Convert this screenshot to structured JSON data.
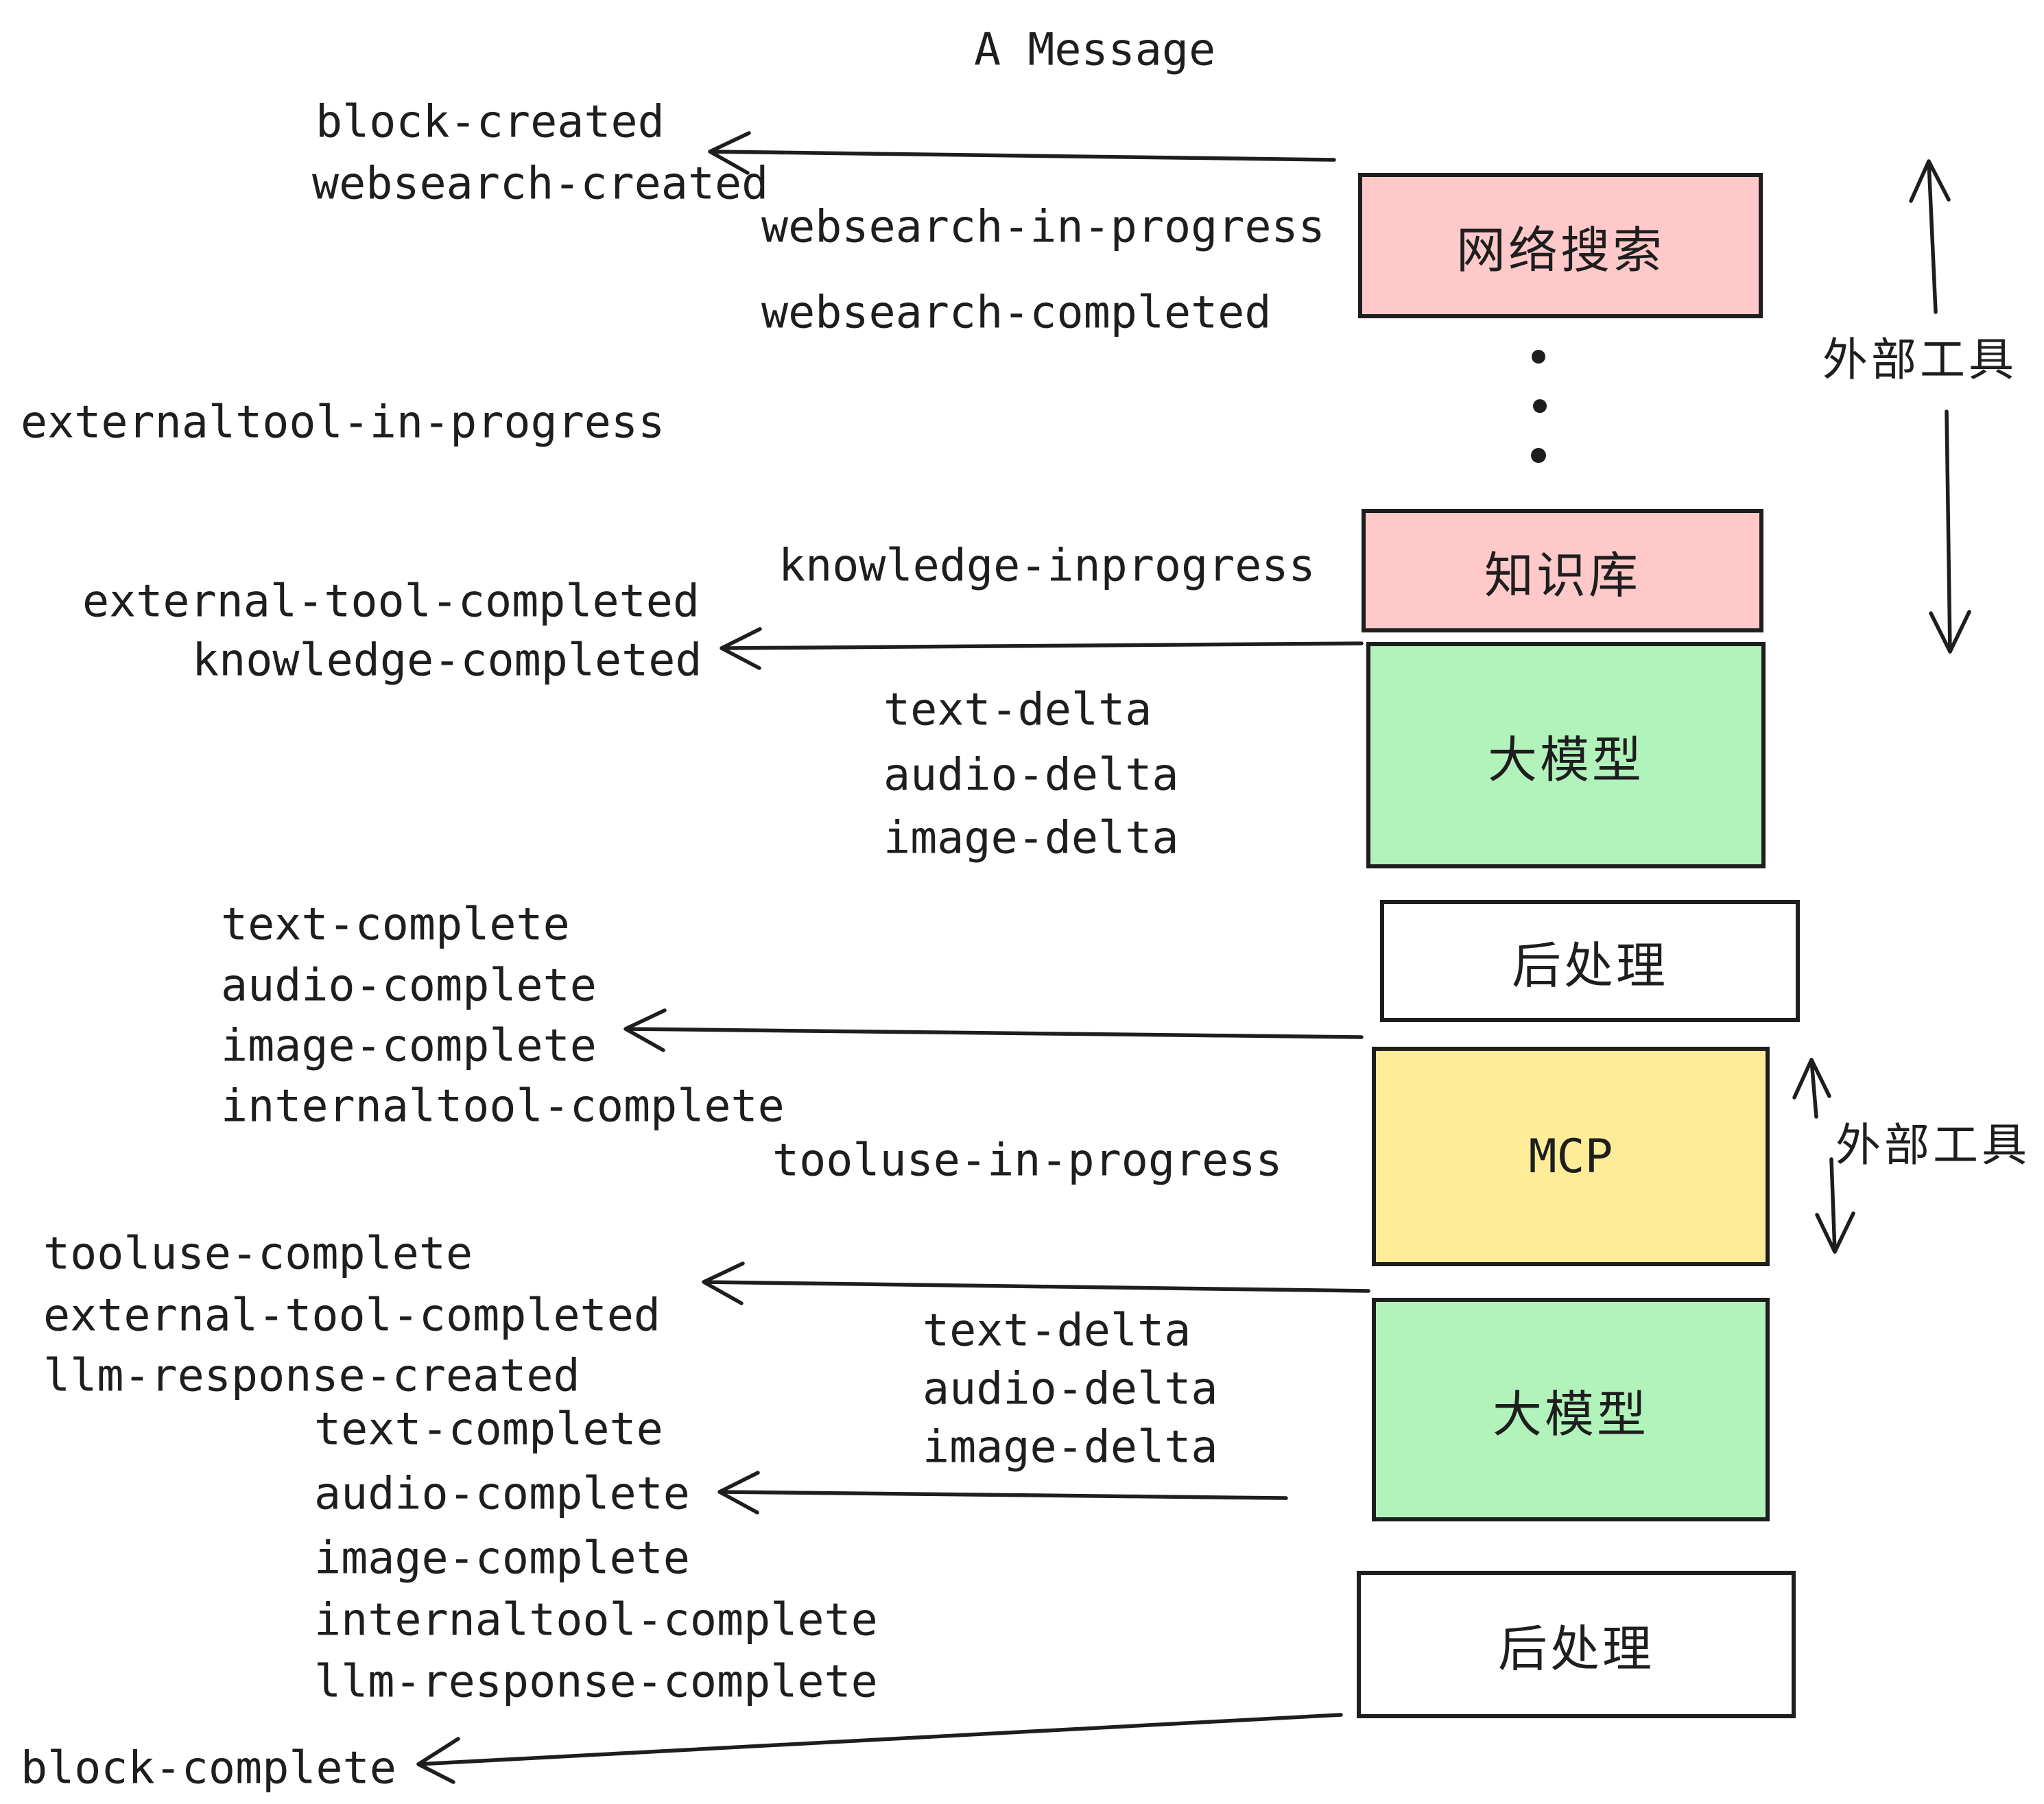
{
  "title": "A Message",
  "colors": {
    "ink": "#1e1e1e",
    "pink": "#ffc9c9",
    "green": "#b2f2bb",
    "yellow": "#ffec99",
    "white": "#ffffff"
  },
  "boxes": {
    "websearch": "网络搜索",
    "knowledge": "知识库",
    "llm_top": "大模型",
    "post_top": "后处理",
    "mcp": "MCP",
    "llm_bottom": "大模型",
    "post_bottom": "后处理"
  },
  "side_labels": {
    "external_tools_top": "外部工具",
    "external_tools_bottom": "外部工具"
  },
  "events": {
    "block_created": "block-created",
    "websearch_created": "websearch-created",
    "websearch_in_progress": "websearch-in-progress",
    "websearch_completed": "websearch-completed",
    "externaltool_in_progress": "externaltool-in-progress",
    "knowledge_inprogress": "knowledge-inprogress",
    "external_tool_completed": "external-tool-completed",
    "knowledge_completed": "knowledge-completed",
    "text_delta": "text-delta",
    "audio_delta": "audio-delta",
    "image_delta": "image-delta",
    "text_complete": "text-complete",
    "audio_complete": "audio-complete",
    "image_complete": "image-complete",
    "internaltool_complete": "internaltool-complete",
    "tooluse_in_progress": "tooluse-in-progress",
    "tooluse_complete": "tooluse-complete",
    "external_tool_completed_2": "external-tool-completed",
    "llm_response_created": "llm-response-created",
    "text_delta_2": "text-delta",
    "audio_delta_2": "audio-delta",
    "image_delta_2": "image-delta",
    "text_complete_2": "text-complete",
    "audio_complete_2": "audio-complete",
    "image_complete_2": "image-complete",
    "internaltool_complete_2": "internaltool-complete",
    "llm_response_complete": "llm-response-complete",
    "block_complete": "block-complete"
  }
}
